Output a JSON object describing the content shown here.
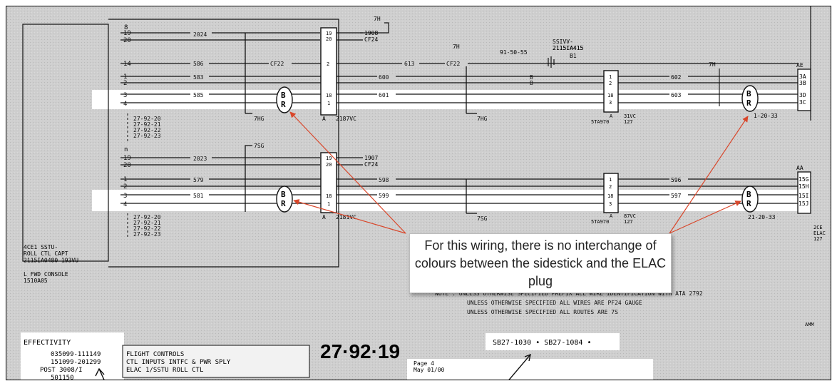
{
  "top_connector_id": "8",
  "bottom_connector_id": "n",
  "pins_a": [
    "19",
    "20",
    "14",
    "1",
    "2",
    "3",
    "4"
  ],
  "pins_b": [
    "19",
    "20",
    "1",
    "2",
    "3",
    "4"
  ],
  "refs_a": [
    "27-92-20",
    "27-92-21",
    "27-92-22",
    "27-92-23"
  ],
  "refs_b": [
    "27-92-20",
    "27-92-21",
    "27-92-22",
    "27-92-23"
  ],
  "wires_a": [
    "2024",
    "586",
    "583",
    "585"
  ],
  "wires_b": [
    "2023",
    "579",
    "581"
  ],
  "splice_letters": [
    "A",
    "B"
  ],
  "wire_mid": [
    "CF22",
    "7H",
    "B",
    "B",
    "A",
    "R"
  ],
  "conn_labels_a": [
    "19",
    "20",
    "2",
    "18",
    "1",
    "A"
  ],
  "conn_labels_b": [
    "19",
    "20",
    "18",
    "1",
    "A"
  ],
  "tag_a_ground": "7HG",
  "tag_b_ground": "7SG",
  "tag_7h_top": "7H",
  "tag_7h_mid": "7H",
  "top_right_wire": "1908",
  "top_right_cf": "CF24",
  "bottom_right_wire": "1907",
  "bottom_right_cf": "CF24",
  "conn_a_id": "2187VC",
  "conn_b_id": "2181VC",
  "wire_613": "613",
  "wire_cf22": "CF22",
  "ground_ref": "91-50-55",
  "ground_label": "B1",
  "ground_part": "SSIVV-\n2115IA415",
  "ground_tag2": "2115IA415",
  "mid_top_wires": [
    "600",
    "601"
  ],
  "mid_bottom_wires": [
    "598",
    "599"
  ],
  "mid_tag_a": "7HG",
  "mid_tag_b": "7SG",
  "stanchion_a": [
    "1",
    "2",
    "18",
    "3",
    "A",
    "5TA970",
    "31VC",
    "127"
  ],
  "stanchion_b": [
    "1",
    "2",
    "18",
    "3",
    "A",
    "5TA970",
    "87VC",
    "127"
  ],
  "right_wires_a": [
    "602",
    "603"
  ],
  "right_wires_b": [
    "596",
    "597"
  ],
  "right_conn_a": {
    "header": "AE",
    "pins": [
      "3A",
      "3B",
      "3D",
      "3C"
    ],
    "ref": "1-20-33"
  },
  "right_conn_b": {
    "header": "AA",
    "pins": [
      "15G",
      "15H",
      "15I",
      "15J"
    ],
    "ref": "21-20-33"
  },
  "right_edge_text": "2CE\nELAC\n127",
  "sidestick_label": "4CE1 SSTU-\nROLL CTL CAPT\n2115IA0480 193VU",
  "console_label": "L FWD CONSOLE\n1510A05",
  "callout_text": "For this wiring, there is no interchange of colours between the sidestick and the ELAC plug",
  "note_lines": [
    "NOTE : UNLESS OTHERWISE SPECIFIED PREFIX ALL WIRE IDENTIFICATION WITH ATA 2792",
    "UNLESS OTHERWISE SPECIFIED ALL WIRES ARE PF24   GAUGE",
    "UNLESS OTHERWISE SPECIFIED ALL ROUTES ARE 7S"
  ],
  "effectivity_title": "EFFECTIVITY",
  "effectivity_lines": [
    "035099-111149",
    "151099-201299",
    "POST 3008/I"
  ],
  "effectivity_tail": "501150",
  "title_block_lines": [
    "FLIGHT CONTROLS",
    "CTL INPUTS INTFC & PWR SPLY",
    "ELAC 1/SSTU ROLL CTL"
  ],
  "doc_number": "27·92·19",
  "page_label": "Page    4",
  "page_date": "May 01/00",
  "sb_refs": "SB27-1030 •   SB27-1084 •",
  "corner_text": "AMM"
}
